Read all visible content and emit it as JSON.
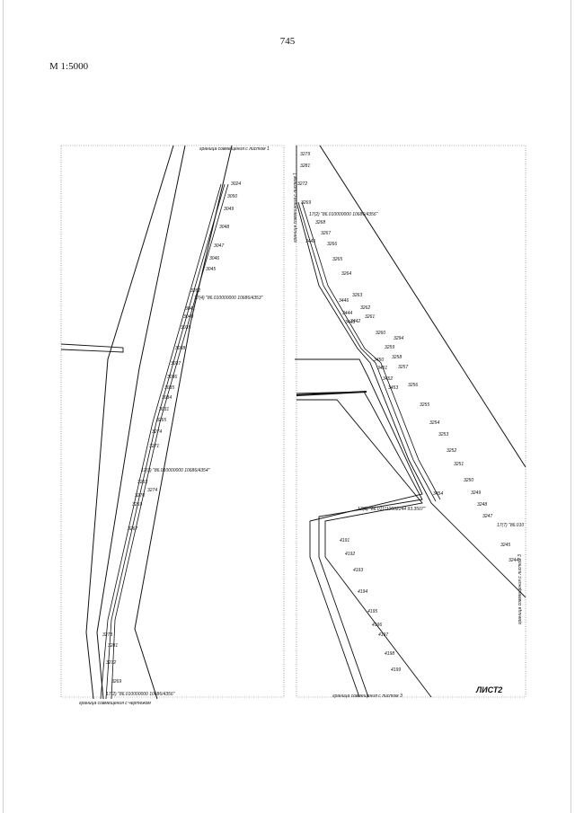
{
  "page_number": "745",
  "scale": "М 1:5000",
  "sheet_label": "ЛИСТ2",
  "left_sheet": {
    "top_caption": "граница совмещения с листом 1",
    "bottom_caption": "граница совмещения с чертежом",
    "parcel_labels": [
      "17(4) \"86.010000000 10686/4353\"",
      "17(3) \"86.010000000 10686/4354\"",
      "17(2) \"86.010000000 10686/4356\""
    ],
    "points": [
      "3024",
      "3050",
      "3049",
      "3048",
      "3047",
      "3046",
      "3045",
      "3262",
      "3041",
      "3040",
      "3039",
      "3038",
      "3037",
      "3036",
      "3035",
      "3034",
      "3031",
      "3265",
      "3274",
      "3271",
      "3263",
      "3274",
      "3270",
      "3269",
      "3267",
      "3273",
      "3281",
      "3272",
      "3269"
    ]
  },
  "right_sheet": {
    "left_caption": "граница совмещения с листом 1",
    "right_caption": "граница совмещения с листом 3",
    "bottom_caption": "граница совмещения с листом 3",
    "parcel_labels": [
      "17(2) \"86.010000000 10686/4356\"",
      "17(6) \"86.011112002244 93.3507\"",
      "17(7) \"86.010"
    ],
    "points": [
      "3279",
      "3281",
      "3272",
      "3269",
      "3268",
      "3267",
      "3266",
      "3265",
      "3264",
      "3263",
      "3262",
      "3261",
      "3260",
      "3446",
      "3445",
      "3444",
      "3443",
      "3442",
      "3294",
      "3259",
      "3258",
      "3257",
      "3256",
      "3451",
      "3450",
      "3452",
      "3453",
      "3255",
      "3254",
      "3253",
      "3252",
      "3251",
      "3250",
      "3249",
      "3248",
      "3247",
      "3245",
      "3244",
      "3454",
      "4191",
      "4192",
      "4193",
      "4194",
      "4195",
      "4196",
      "4197",
      "4198",
      "4199"
    ]
  }
}
